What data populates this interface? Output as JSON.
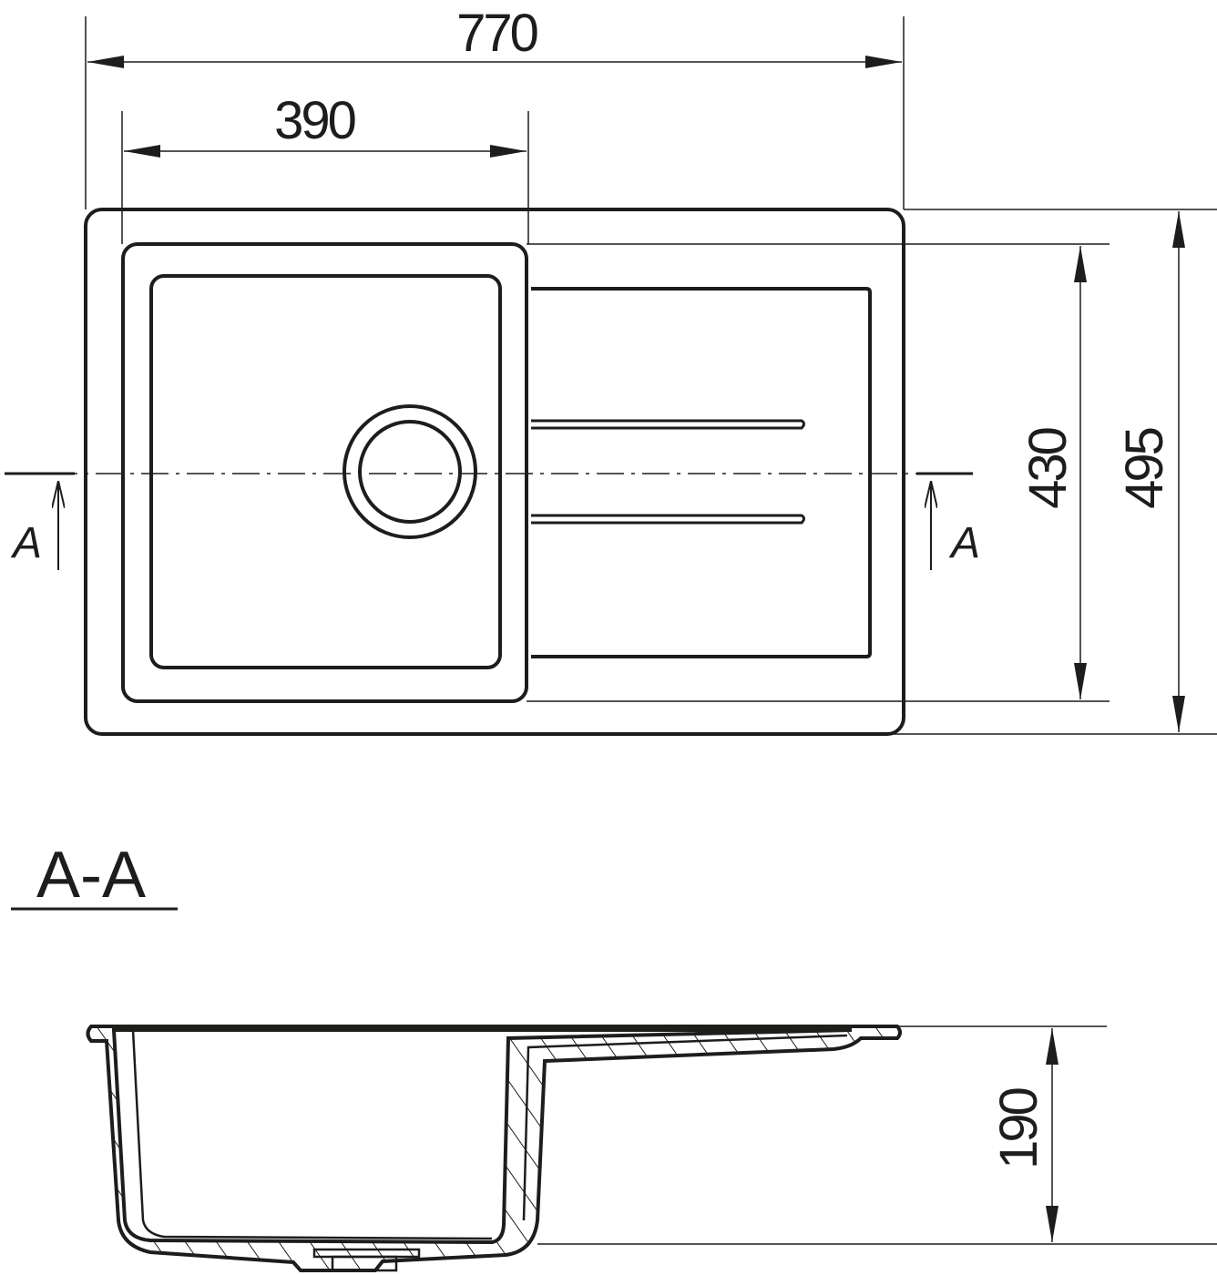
{
  "dimensions": {
    "overall_width": "770",
    "bowl_width": "390",
    "bowl_depth_plan": "430",
    "overall_depth": "495",
    "section_height": "190"
  },
  "section_marker": {
    "left_label": "A",
    "right_label": "A"
  },
  "section_view": {
    "title": "A-A"
  },
  "colors": {
    "line": "#1d1d1b",
    "background": "#ffffff"
  }
}
